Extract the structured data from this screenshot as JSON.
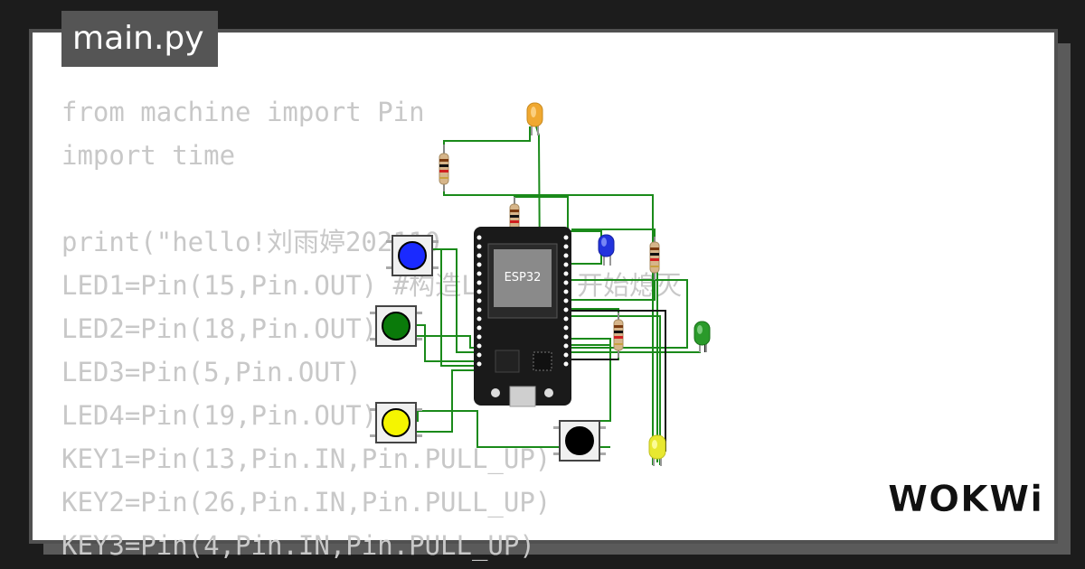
{
  "file_tab": {
    "name": "main.py"
  },
  "code_lines": [
    "from machine import Pin",
    "import time",
    "",
    "print(\"hello!刘雨婷202110　　　3\")",
    "LED1=Pin(15,Pin.OUT) #构造LED对象,开始熄灭",
    "LED2=Pin(18,Pin.OUT)",
    "LED3=Pin(5,Pin.OUT)",
    "LED4=Pin(19,Pin.OUT)",
    "KEY1=Pin(13,Pin.IN,Pin.PULL_UP)",
    "KEY2=Pin(26,Pin.IN,Pin.PULL_UP)",
    "KEY3=Pin(4,Pin.IN,Pin.PULL_UP)"
  ],
  "board": {
    "label": "ESP32"
  },
  "brand": {
    "logo_text": "WOKWi"
  },
  "colors": {
    "background": "#1c1c1c",
    "card": "#ffffff",
    "tab": "#555555",
    "code_text": "#c8c8c8",
    "wire_green": "#1a8a1a",
    "wire_black": "#111111",
    "board": "#1a1a1a",
    "chip": "#8a8a8a",
    "led_orange": "#f0a830",
    "led_blue": "#2233dd",
    "led_green": "#2a9a2a",
    "led_yellow": "#e8e830",
    "button_blue": "#1a2aff",
    "button_green": "#0a7a0a",
    "button_yellow": "#f5f500",
    "button_black": "#000000"
  },
  "icons": [
    "resistor-icon",
    "led-icon",
    "pushbutton-icon",
    "usb-port-icon",
    "chip-icon"
  ]
}
